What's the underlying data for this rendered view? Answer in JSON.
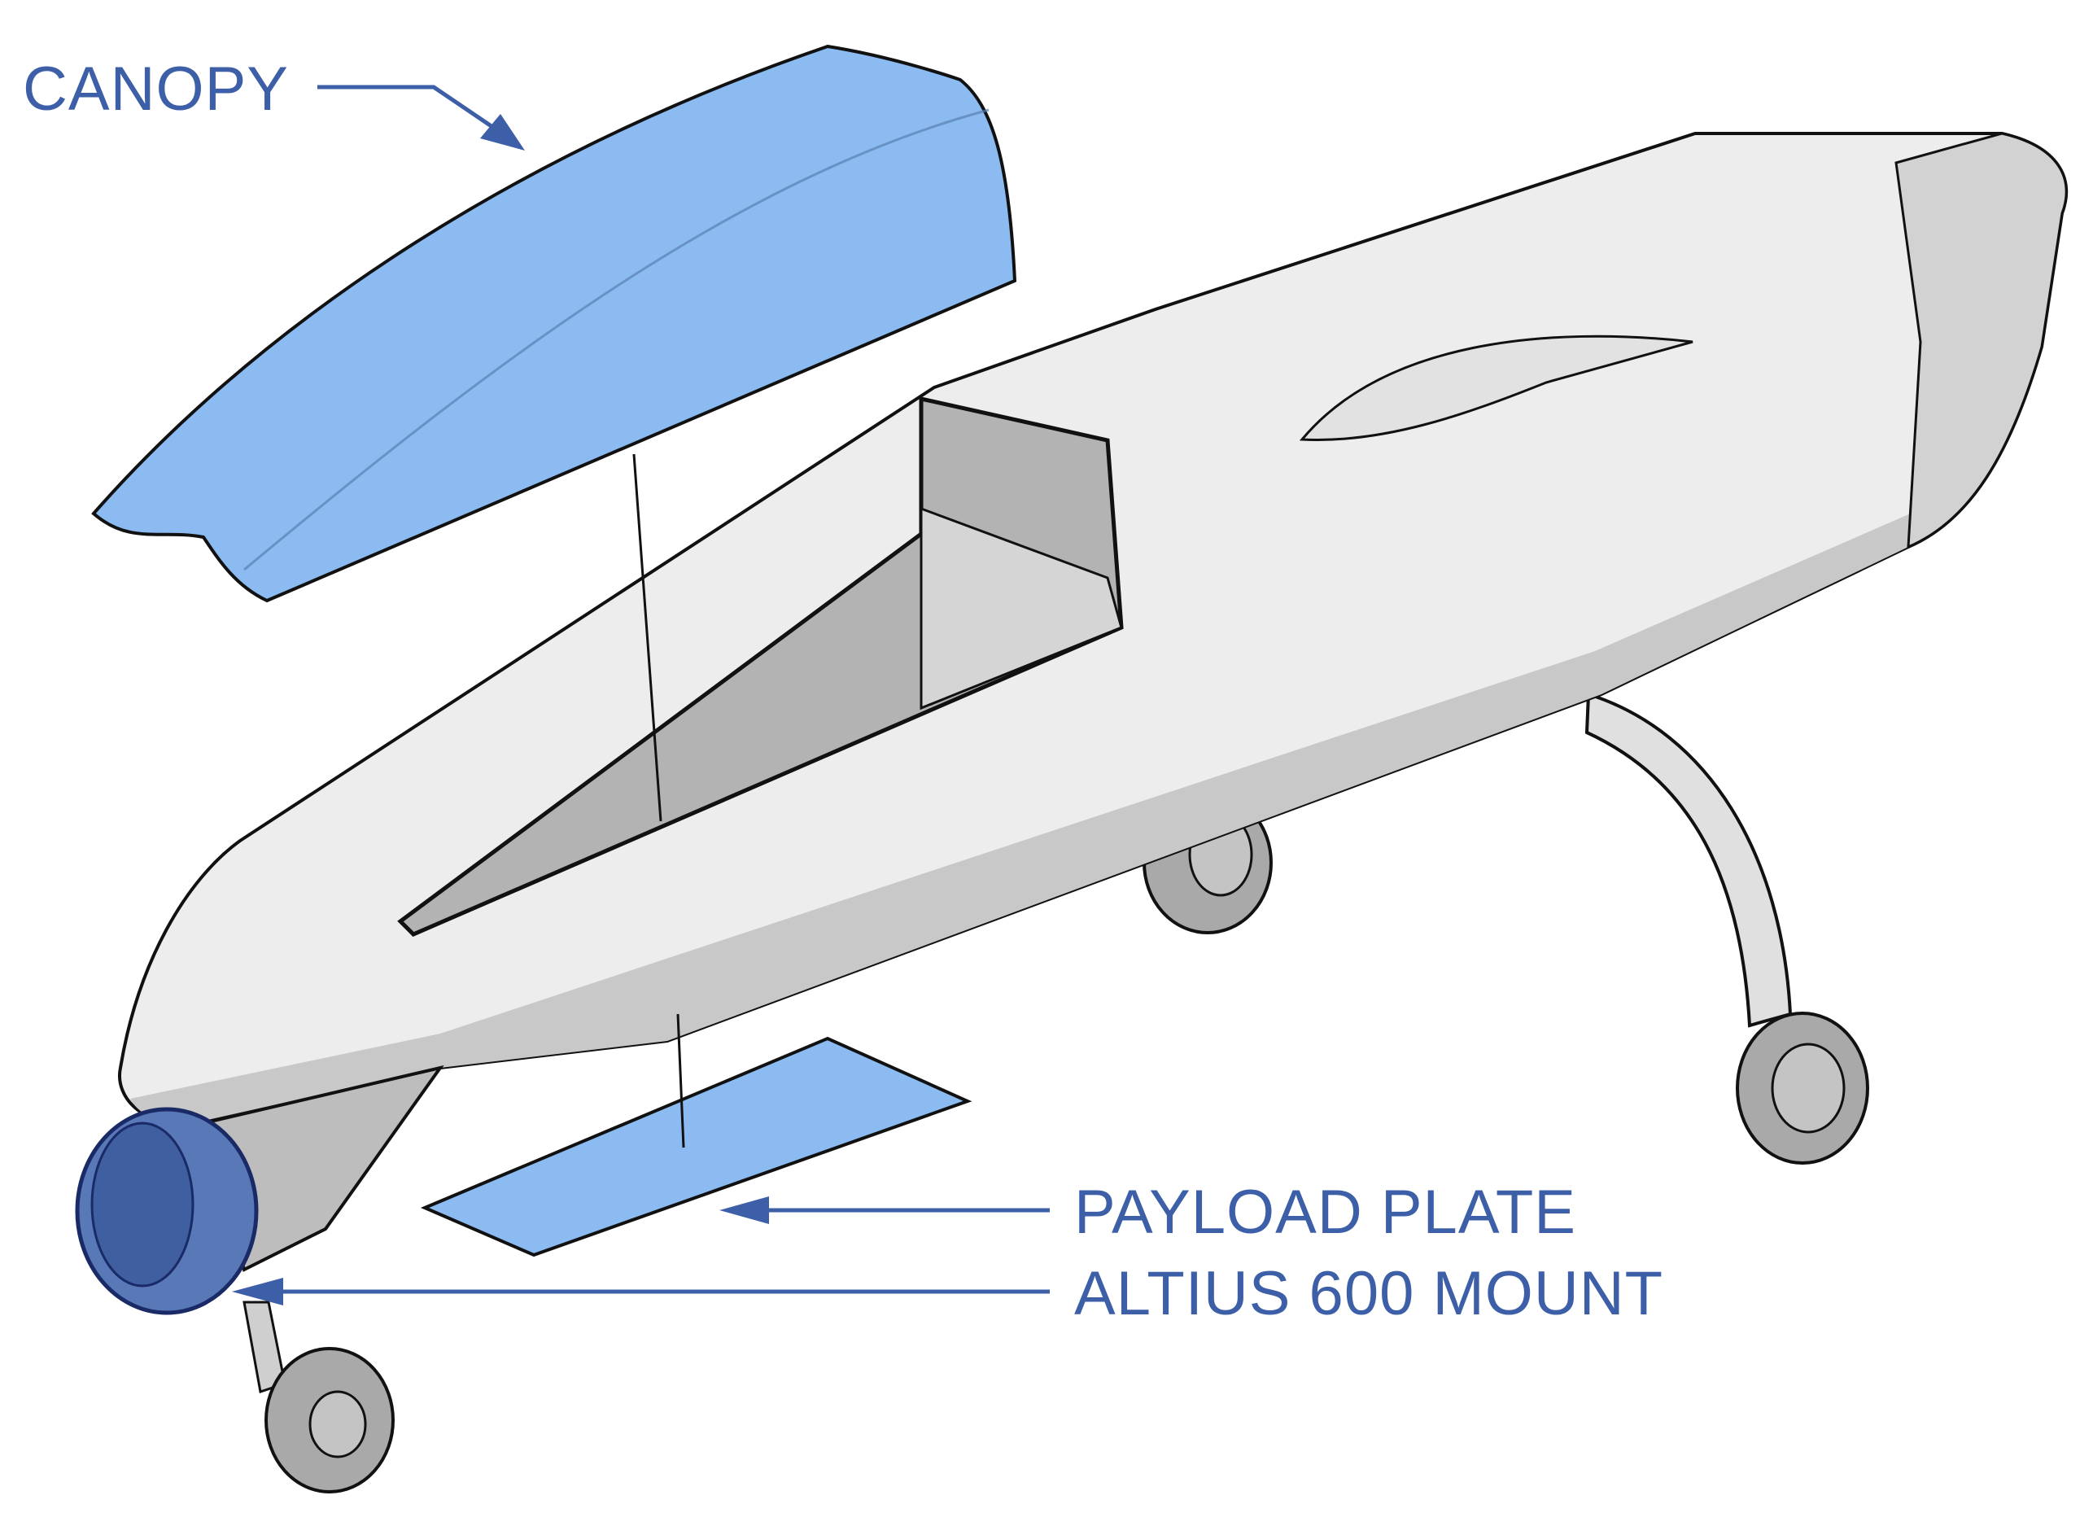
{
  "labels": {
    "canopy": "CANOPY",
    "payload_plate": "PAYLOAD PLATE",
    "altius_mount": "ALTIUS 600 MOUNT"
  },
  "colors": {
    "label_blue": "#3d5fa8",
    "highlight_blue": "#8bbbf0",
    "mount_blue": "#5878b8",
    "fuselage_white": "#ededed",
    "shadow_gray": "#b8b8b8"
  }
}
